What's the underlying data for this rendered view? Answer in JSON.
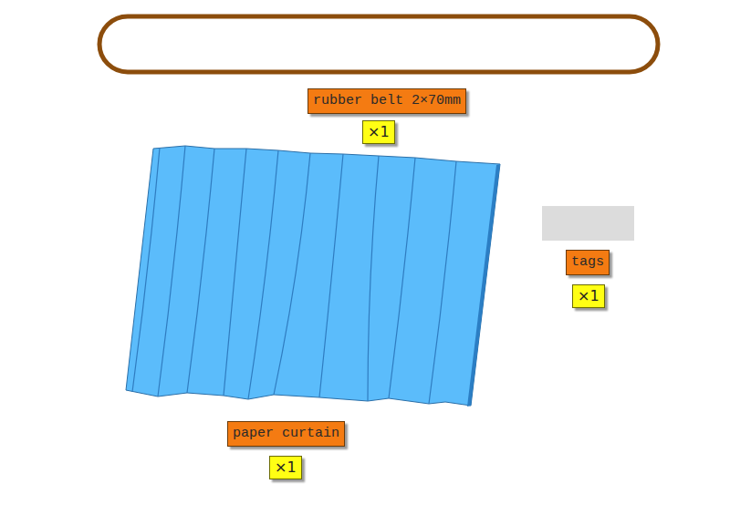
{
  "diagram": {
    "nodes": [
      {
        "text": [
          "rubber belt 2×70mm"
        ]
      },
      {
        "text": [
          "×1"
        ]
      },
      {
        "text": [
          "tags"
        ]
      },
      {
        "text": [
          "×1"
        ]
      },
      {
        "text": [
          "paper curtain"
        ]
      },
      {
        "text": [
          "×1"
        ]
      }
    ]
  }
}
